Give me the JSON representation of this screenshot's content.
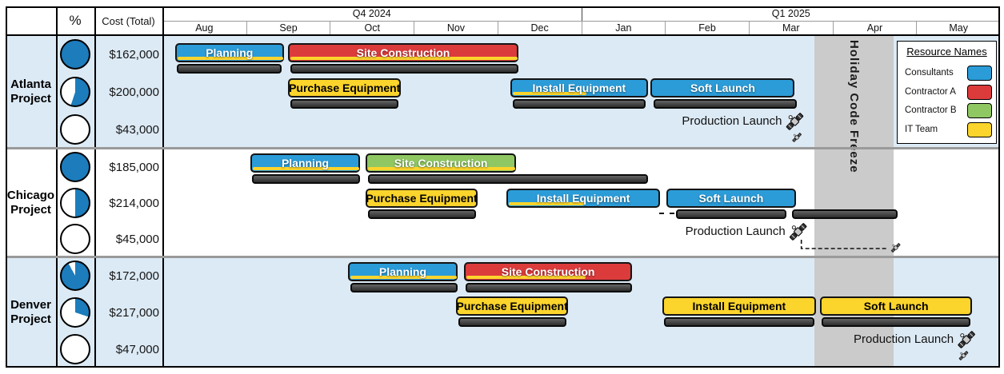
{
  "header": {
    "percent_label": "%",
    "cost_label": "Cost (Total)"
  },
  "legend": {
    "title": "Resource Names"
  },
  "chart_data": {
    "type": "gantt",
    "timeline": {
      "quarters": [
        {
          "label": "Q4 2024",
          "months": 5
        },
        {
          "label": "Q1 2025",
          "months": 5
        }
      ],
      "months": [
        "Aug",
        "Sep",
        "Oct",
        "Nov",
        "Dec",
        "Jan",
        "Feb",
        "Mar",
        "Apr",
        "May"
      ]
    },
    "resources": [
      {
        "id": "consultants",
        "label": "Consultants",
        "color": "#2B9CD8",
        "text_color": "light"
      },
      {
        "id": "contractor_a",
        "label": "Contractor A",
        "color": "#DC3B3C",
        "text_color": "light"
      },
      {
        "id": "contractor_b",
        "label": "Contractor B",
        "color": "#8FC862",
        "text_color": "light"
      },
      {
        "id": "it_team",
        "label": "IT Team",
        "color": "#FBD42C",
        "text_color": "dark"
      }
    ],
    "freeze_window": {
      "label": "Holiday Code Freeze",
      "start_month": 7.78,
      "end_month": 8.73
    },
    "pie_color": "#1C7CBC",
    "row_shades": [
      "#DCEAF5",
      "#FFFFFF",
      "#DCEAF5"
    ],
    "projects": [
      {
        "name": "Atlanta Project",
        "summary": [
          {
            "percent_complete": 100,
            "cost": "$162,000"
          },
          {
            "percent_complete": 55,
            "cost": "$200,000"
          },
          {
            "percent_complete": 0,
            "cost": "$43,000"
          }
        ],
        "tasks": [
          {
            "label": "Planning",
            "resource": "consultants",
            "lane": 0,
            "start": 0.15,
            "end": 1.45,
            "progress": 1,
            "baseline": [
              [
                0.17,
                1.42
              ]
            ]
          },
          {
            "label": "Site Construction",
            "resource": "contractor_a",
            "lane": 0,
            "start": 1.5,
            "end": 4.25,
            "progress": 1,
            "baseline": [
              [
                1.53,
                4.25
              ]
            ]
          },
          {
            "label": "Purchase Equipment",
            "resource": "it_team",
            "lane": 1,
            "start": 1.5,
            "end": 2.85,
            "progress": null,
            "baseline": [
              [
                1.53,
                2.82
              ]
            ]
          },
          {
            "label": "Install Equipment",
            "resource": "consultants",
            "lane": 1,
            "start": 4.15,
            "end": 5.8,
            "progress": 0.55,
            "baseline": [
              [
                4.18,
                5.77
              ]
            ]
          },
          {
            "label": "Soft Launch",
            "resource": "consultants",
            "lane": 1,
            "start": 5.83,
            "end": 7.55,
            "progress": 0,
            "baseline": [
              [
                5.86,
                7.57
              ]
            ]
          }
        ],
        "milestone": {
          "label": "Production Launch",
          "month": 7.55,
          "baseline_month": 7.58,
          "connector": false
        }
      },
      {
        "name": "Chicago Project",
        "summary": [
          {
            "percent_complete": 100,
            "cost": "$185,000"
          },
          {
            "percent_complete": 50,
            "cost": "$214,000"
          },
          {
            "percent_complete": 0,
            "cost": "$45,000"
          }
        ],
        "tasks": [
          {
            "label": "Planning",
            "resource": "consultants",
            "lane": 0,
            "start": 1.05,
            "end": 2.36,
            "progress": 1,
            "baseline": [
              [
                1.07,
                2.36
              ]
            ]
          },
          {
            "label": "Site Construction",
            "resource": "contractor_b",
            "lane": 0,
            "start": 2.43,
            "end": 4.22,
            "progress": 1,
            "baseline": [
              [
                2.45,
                5.8
              ]
            ]
          },
          {
            "label": "Purchase Equipment",
            "resource": "it_team",
            "lane": 1,
            "start": 2.43,
            "end": 3.76,
            "progress": null,
            "baseline": [
              [
                2.45,
                3.74
              ]
            ]
          },
          {
            "label": "Install Equipment",
            "resource": "consultants",
            "lane": 1,
            "start": 4.11,
            "end": 5.94,
            "progress": 0.5,
            "baseline": []
          },
          {
            "label": "Soft Launch",
            "resource": "consultants",
            "lane": 1,
            "start": 6.02,
            "end": 7.56,
            "progress": 0,
            "baseline": [
              [
                6.13,
                7.45
              ],
              [
                7.52,
                8.78
              ]
            ],
            "dash_lead": [
              5.93,
              6.11
            ]
          }
        ],
        "milestone": {
          "label": "Production Launch",
          "month": 7.59,
          "baseline_month": 8.76,
          "connector": true
        }
      },
      {
        "name": "Denver Project",
        "summary": [
          {
            "percent_complete": 92,
            "cost": "$172,000"
          },
          {
            "percent_complete": 30,
            "cost": "$217,000"
          },
          {
            "percent_complete": 0,
            "cost": "$47,000"
          }
        ],
        "tasks": [
          {
            "label": "Planning",
            "resource": "consultants",
            "lane": 0,
            "start": 2.22,
            "end": 3.52,
            "progress": 1,
            "baseline": [
              [
                2.24,
                3.52
              ]
            ]
          },
          {
            "label": "Site Construction",
            "resource": "contractor_a",
            "lane": 0,
            "start": 3.6,
            "end": 5.61,
            "progress": 0.72,
            "baseline": [
              [
                3.62,
                5.61
              ]
            ]
          },
          {
            "label": "Purchase Equipment",
            "resource": "it_team",
            "lane": 1,
            "start": 3.51,
            "end": 4.84,
            "progress": null,
            "baseline": [
              [
                3.53,
                4.82
              ]
            ]
          },
          {
            "label": "Install Equipment",
            "resource": "it_team",
            "lane": 1,
            "start": 5.97,
            "end": 7.8,
            "progress": null,
            "baseline": [
              [
                5.99,
                7.78
              ]
            ]
          },
          {
            "label": "Soft Launch",
            "resource": "it_team",
            "lane": 1,
            "start": 7.85,
            "end": 9.67,
            "progress": null,
            "baseline": [
              [
                7.87,
                9.65
              ]
            ]
          }
        ],
        "milestone": {
          "label": "Production Launch",
          "month": 9.6,
          "baseline_month": 9.57,
          "connector": false
        }
      }
    ]
  }
}
